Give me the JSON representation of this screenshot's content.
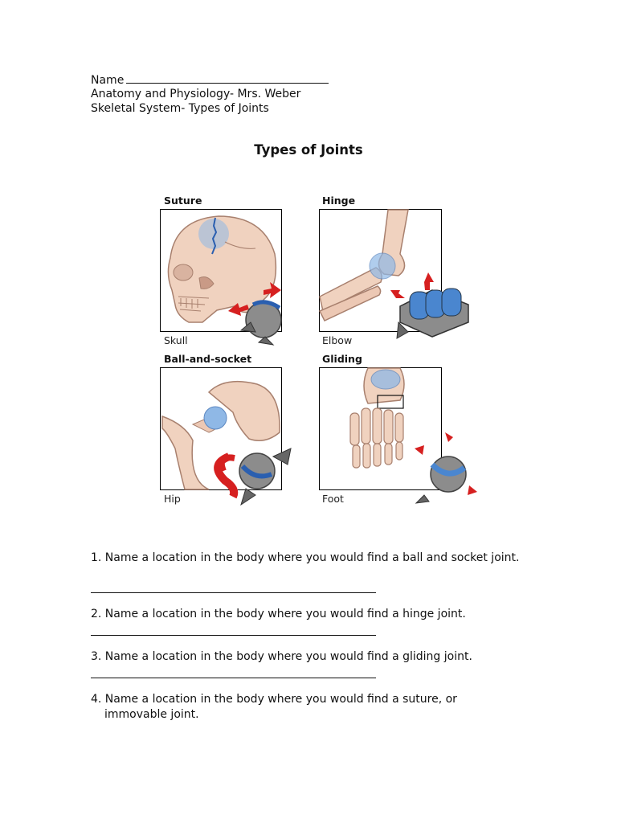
{
  "header": {
    "name_label": "Name",
    "course": "Anatomy and Physiology- Mrs. Weber",
    "unit": "Skeletal System- Types of Joints"
  },
  "title": "Types of Joints",
  "panels": {
    "suture": {
      "label": "Suture",
      "caption": "Skull"
    },
    "hinge": {
      "label": "Hinge",
      "caption": "Elbow"
    },
    "ball": {
      "label": "Ball-and-socket",
      "caption": "Hip"
    },
    "gliding": {
      "label": "Gliding",
      "caption": "Foot"
    }
  },
  "questions": [
    {
      "text": "1. Name a location in the body where you would find a ball and socket joint."
    },
    {
      "text": "2. Name a location in the body where you would find a hinge joint."
    },
    {
      "text": "3. Name a location in the body where you would find a gliding joint."
    },
    {
      "line1": "4. Name a location in the body where you would find a suture, or",
      "line2": "immovable joint."
    }
  ],
  "colors": {
    "bone": "#f0d2bf",
    "bone_outline": "#a8806e",
    "joint_blue": "#8fb8e6",
    "arrow_red": "#d62020",
    "metal_gray": "#8c8c8c"
  }
}
